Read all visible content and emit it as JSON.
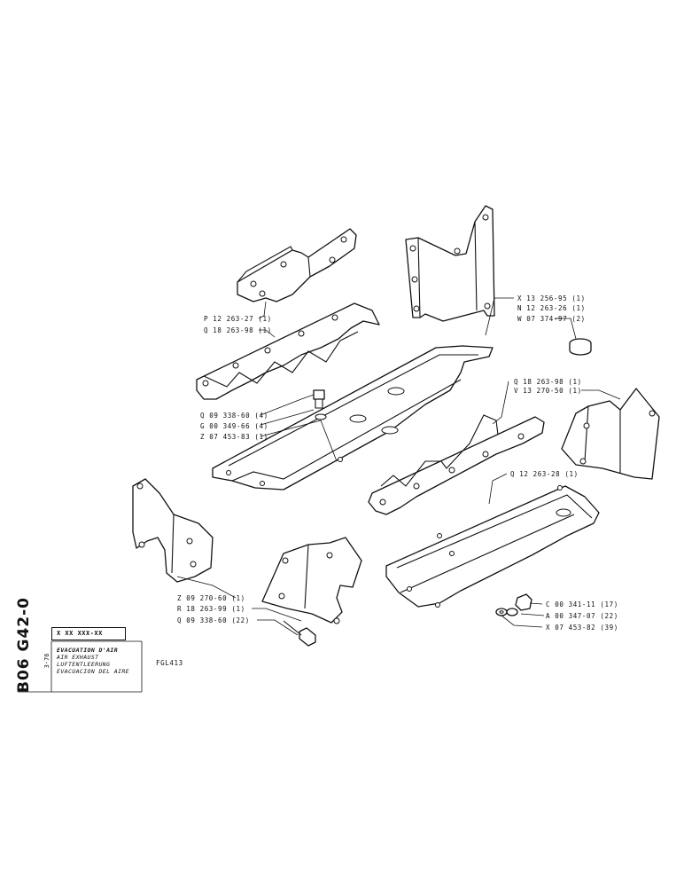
{
  "document": {
    "code": "B06 G42-0",
    "date": "3-76",
    "ref_box": "X XX XXX-XX",
    "titles": [
      "EVACUATION D'AIR",
      "AIR EXHAUST",
      "LUFTENTLEERUNG",
      "EVACUACION DEL AIRE"
    ],
    "drawing_code": "FGL413"
  },
  "callouts": [
    "P 12 263-27 (1)",
    "Q 18 263-98 (1)",
    "X 13 256-95 (1)",
    "N 12 263-26 (1)",
    "W 07 374-97 (2)",
    "Q 09 338-60 (4)",
    "G 00 349-66 (4)",
    "Z 07 453-83 (1)",
    "Q 18 263-98 (1)",
    "V 13 270-50 (1)",
    "Q 12 263-28 (1)",
    "Z 09 270-60 (1)",
    "R 18 263-99 (1)",
    "Q 09 338-60 (22)",
    "C 00 341-11 (17)",
    "A 00 347-07 (22)",
    "X 07 453-82 (39)"
  ]
}
